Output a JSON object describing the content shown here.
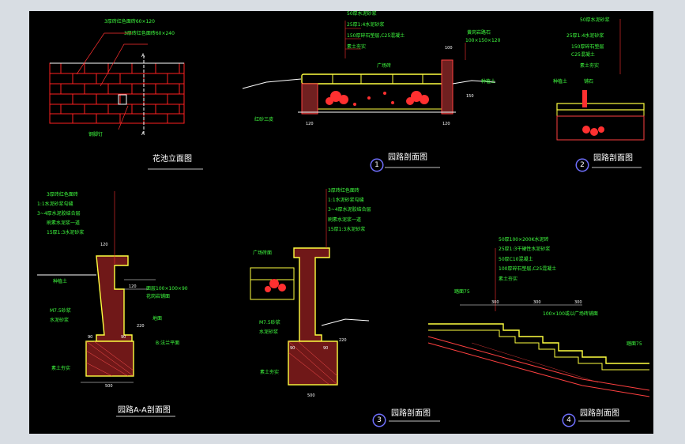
{
  "titles": {
    "planter_elevation": "花池立面图",
    "section1": "园路剖面图",
    "section2": "园路剖面图",
    "sectionA": "园路A-A剖面图",
    "section3": "园路剖面图",
    "section4": "园路剖面图"
  },
  "numbers": {
    "n1": "1",
    "n2": "2",
    "n3": "3",
    "n4": "4"
  },
  "planter_labels": {
    "brick1": "3厚砖红色面砖60×120",
    "brick2": "3厚砖红色面砖60×240",
    "nail": "钢脚钉",
    "markA1": "A",
    "markA2": "A"
  },
  "s1_labels": {
    "l1": "50厚水泥砂浆",
    "l2": "25厚1:4水泥砂浆",
    "l3": "150厚碎石垫层,C25混凝土",
    "l4": "素土夯实",
    "l5": "广场砖",
    "l6": "黄岗岩路石",
    "l7": "100×150×120",
    "l8": "种植土",
    "l9": "红砂三皮",
    "d1": "120",
    "d2": "120",
    "d3": "100",
    "d4": "150"
  },
  "s2_labels": {
    "l1": "50厚水泥砂浆",
    "l2": "25厚1:4水泥砂浆",
    "l3": "150厚碎石垫层",
    "l4": "C25混凝土",
    "l5": "素土夯实",
    "l6": "种植土",
    "l7": "铺石"
  },
  "sA_labels": {
    "l1": "3厚砖红色面砖",
    "l2": "1:1水泥砂浆勾缝",
    "l3": "3~4厚水泥胶结合层",
    "l4": "刷素水泥浆一道",
    "l5": "15厚1:3水泥砂浆",
    "l6": "种植土",
    "l7": "面层100×100×90",
    "l8": "花岗岩铺面",
    "l9": "M7.5砂浆",
    "l10": "水泥砂浆",
    "l11": "地面",
    "l12": "B:法兰平面",
    "l13": "素土夯实",
    "d1": "120",
    "d2": "500",
    "d3": "90",
    "d4": "90",
    "d5": "120",
    "d6": "220"
  },
  "s3_labels": {
    "l1": "3厚砖红色面砖",
    "l2": "1:1水泥砂浆勾缝",
    "l3": "3~4厚水泥胶结合层",
    "l4": "刷素水泥浆一道",
    "l5": "15厚1:3水泥砂浆",
    "l6": "广场砖面",
    "l7": "M7.5砂浆",
    "l8": "水泥砂浆",
    "l9": "素土夯实",
    "d1": "500",
    "d2": "90",
    "d3": "90",
    "d4": "220"
  },
  "s4_labels": {
    "l1": "50厚100×200K水泥砖",
    "l2": "25厚1:3干硬性水泥砂浆",
    "l3": "50厚C10混凝土",
    "l4": "100厚碎石垫层,C25混凝土",
    "l5": "素土夯实",
    "l6": "踏面75",
    "l7": "100×100或以广场砖铺面",
    "l8": "踏面75",
    "d1": "300",
    "d2": "300",
    "d3": "300"
  }
}
